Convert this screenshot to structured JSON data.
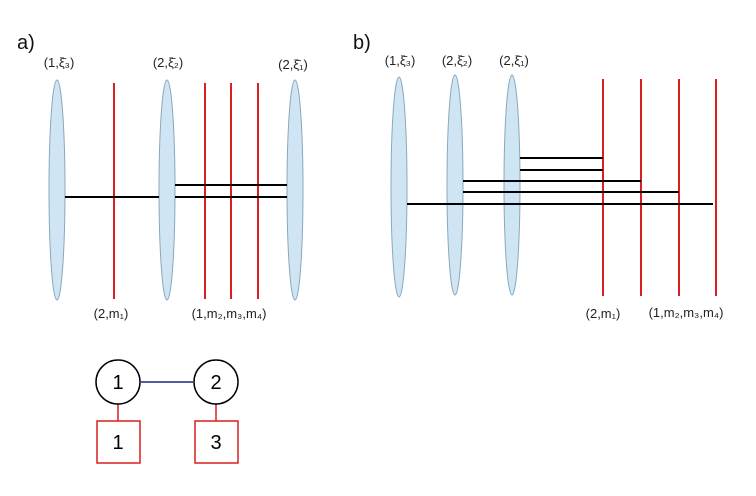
{
  "diagram_a": {
    "panel_label": "a)",
    "brane_labels": [
      "(1,ξ̄₃)",
      "(2,ξ̄₂)",
      "(2,ξ̄₁)"
    ],
    "red_labels": [
      "(2,m₁)",
      "(1,m₂,m₃,m₄)"
    ]
  },
  "diagram_b": {
    "panel_label": "b)",
    "brane_labels": [
      "(1,ξ̄₃)",
      "(2,ξ̄₂)",
      "(2,ξ̄₁)"
    ],
    "red_labels": [
      "(2,m₁)",
      "(1,m₂,m₃,m₄)"
    ]
  },
  "quiver": {
    "gauge_nodes": [
      "1",
      "2"
    ],
    "flavor_nodes": [
      "1",
      "3"
    ]
  },
  "colors": {
    "brane_fill": "#cfe5f3",
    "brane_stroke": "#8aa8bd",
    "red_line": "#d91f1f",
    "black_line": "#000000",
    "quiver_edge": "#1a237e"
  }
}
